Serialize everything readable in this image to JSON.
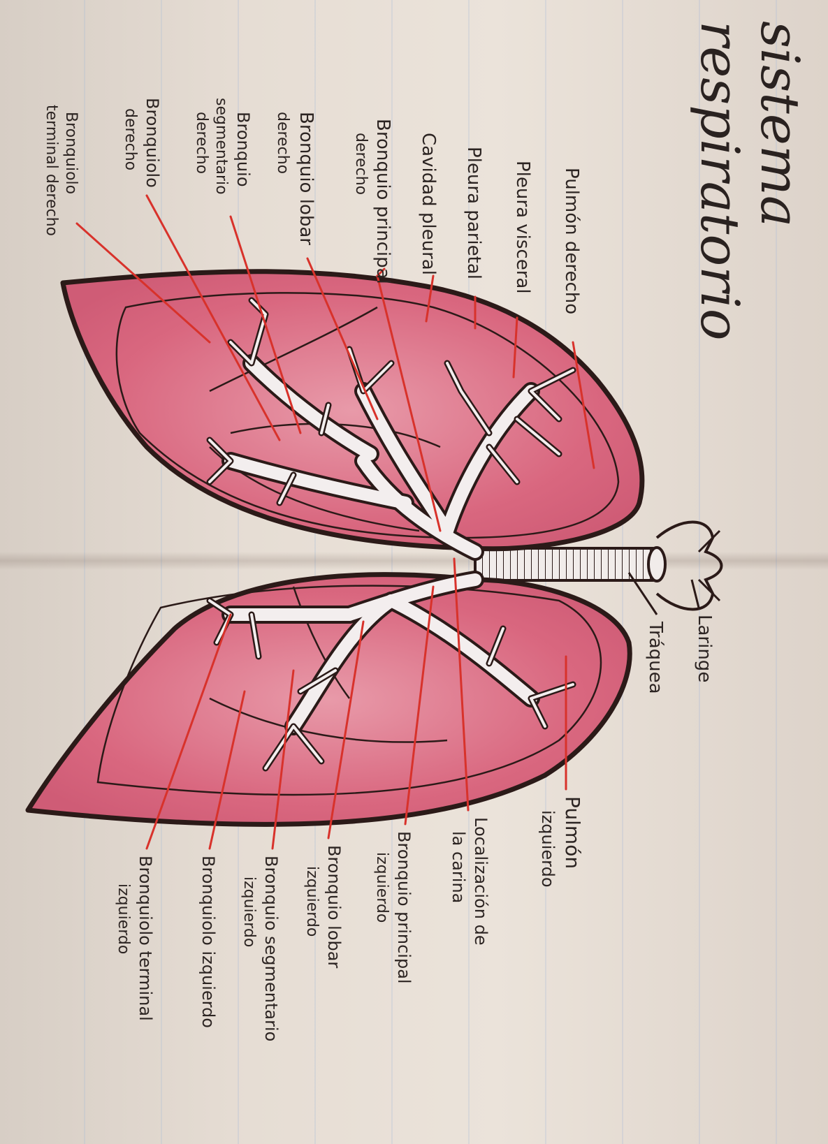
{
  "title": {
    "line1": "sistema",
    "line2": "respiratorio"
  },
  "right_labels": [
    {
      "text": "Pulmón derecho"
    },
    {
      "text": "Pleura visceral"
    },
    {
      "text": "Pleura parietal"
    },
    {
      "text": "Cavidad pleural"
    },
    {
      "text": "Bronquio principal",
      "line2": "derecho"
    },
    {
      "text": "Bronquio lobar",
      "line2": "derecho"
    },
    {
      "text": "Bronquio",
      "line2": "segmentario",
      "line3": "derecho"
    },
    {
      "text": "Bronquiolo",
      "line2": "derecho"
    },
    {
      "text": "Bronquiolo",
      "line2": "terminal derecho"
    }
  ],
  "left_labels": [
    {
      "text": "Laringe"
    },
    {
      "text": "Tráquea"
    },
    {
      "text": "Pulmón",
      "line2": "izquierdo"
    },
    {
      "text": "Localización de",
      "line2": "la carina"
    },
    {
      "text": "Bronquio principal",
      "line2": "izquierdo"
    },
    {
      "text": "Bronquio lobar",
      "line2": "izquierdo"
    },
    {
      "text": "Bronquio segmentario",
      "line2": "izquierdo"
    },
    {
      "text": "Bronquiolo izquierdo"
    },
    {
      "text": "Bronquiolo terminal",
      "line2": "izquierdo"
    }
  ],
  "colors": {
    "lung_fill": "#d9677f",
    "lung_light": "#e89aa9",
    "outline": "#2b1a18",
    "leader": "#d8322b",
    "paper": "#e6ddd4"
  }
}
